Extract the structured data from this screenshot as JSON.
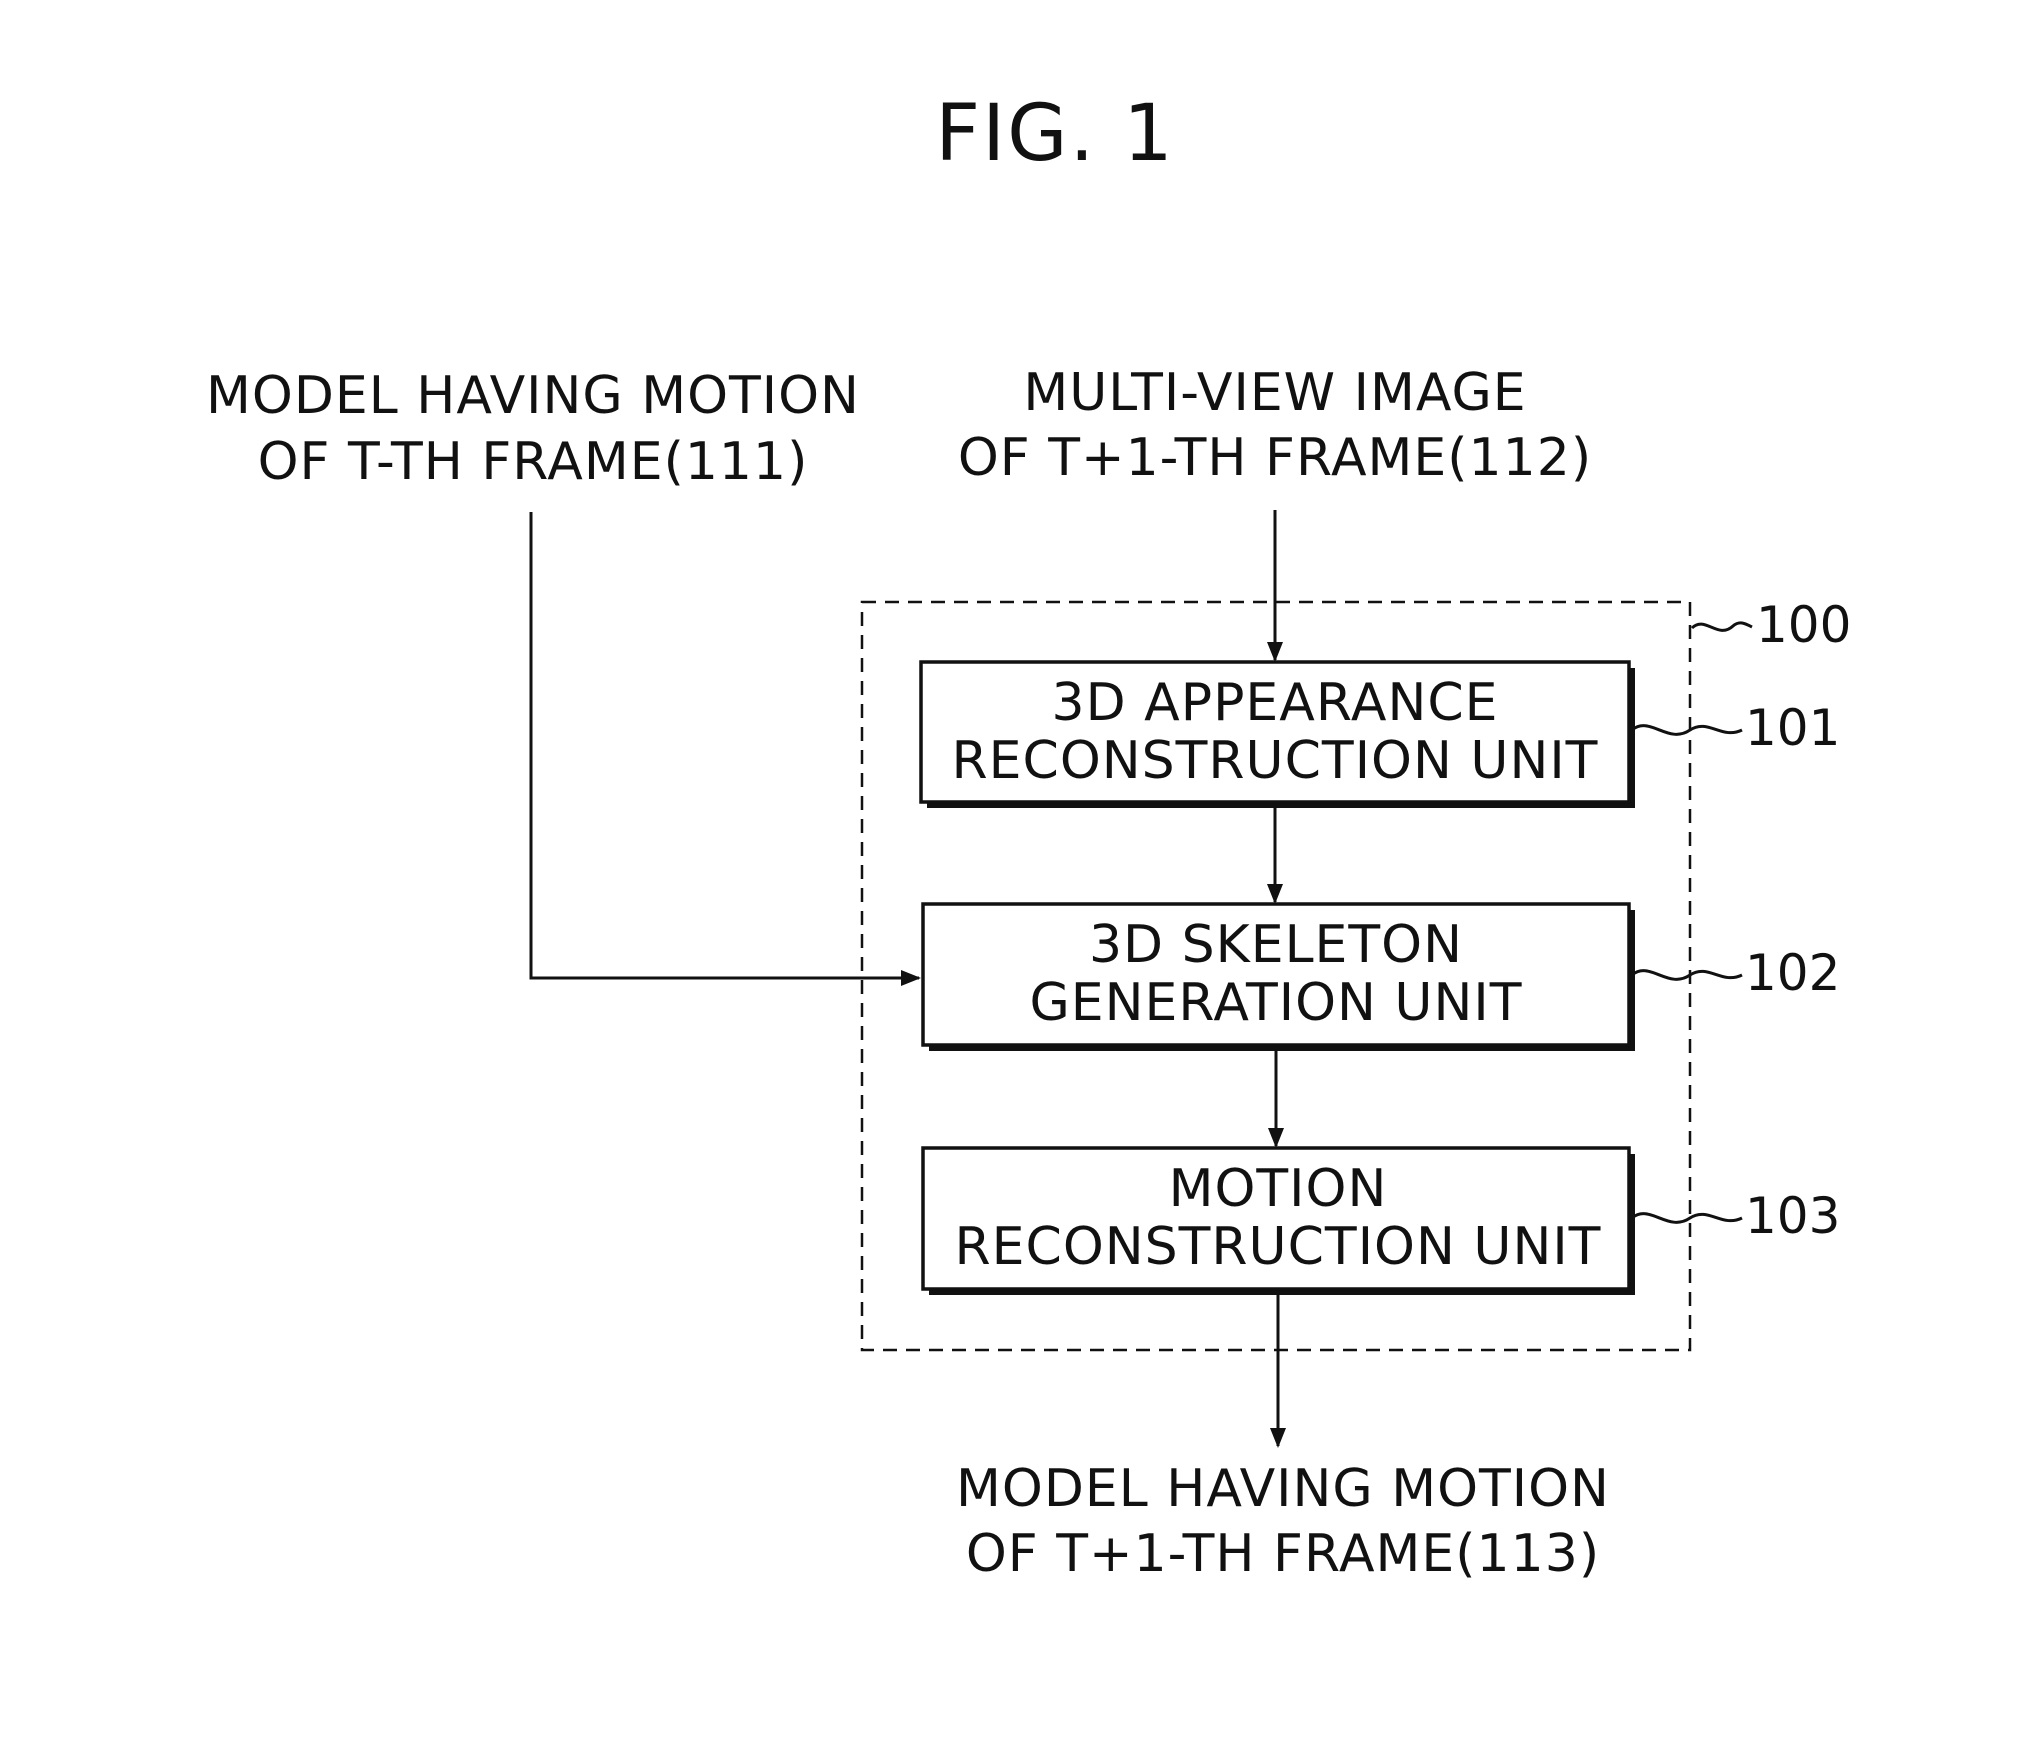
{
  "figure": {
    "title": "FIG. 1"
  },
  "inputs": {
    "model_t": [
      "MODEL HAVING MOTION",
      "OF T-TH FRAME(111)"
    ],
    "multiview_t1": [
      "MULTI-VIEW IMAGE",
      "OF T+1-TH FRAME(112)"
    ]
  },
  "system": {
    "ref": "100",
    "units": [
      {
        "ref": "101",
        "lines": [
          "3D APPEARANCE",
          "RECONSTRUCTION UNIT"
        ]
      },
      {
        "ref": "102",
        "lines": [
          "3D SKELETON",
          "GENERATION UNIT"
        ]
      },
      {
        "ref": "103",
        "lines": [
          "MOTION",
          "RECONSTRUCTION UNIT"
        ]
      }
    ]
  },
  "output": {
    "model_t1": [
      "MODEL HAVING MOTION",
      "OF T+1-TH FRAME(113)"
    ]
  }
}
